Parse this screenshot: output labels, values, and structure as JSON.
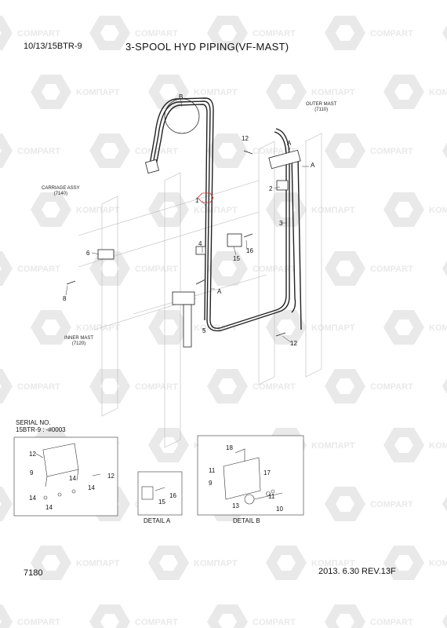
{
  "header": {
    "model": "10/13/15BTR-9",
    "title": "3-SPOOL HYD PIPING(VF-MAST)"
  },
  "labels": {
    "outer_mast": [
      "OUTER MAST",
      "(7110)"
    ],
    "carriage_assy": [
      "CARRIAGE ASSY",
      "(7140)"
    ],
    "inner_mast": [
      "INNER MAST",
      "(7120)"
    ],
    "view_b": "B",
    "view_a": "A",
    "detail_a": "DETAIL A",
    "detail_b": "DETAIL B"
  },
  "serial": {
    "heading": "SERIAL NO.",
    "range": "15BTR-9 : -#0003"
  },
  "footer": {
    "page": "7180",
    "revision": "2013. 6.30  REV.13F"
  },
  "watermark": {
    "text_a": "KOMПAPT",
    "text_b": "COMPART",
    "color": "#e9e9e9"
  },
  "callouts": {
    "c1": "1",
    "c2": "2",
    "c3": "3",
    "c4": "4",
    "c5": "5",
    "c6": "6",
    "c8": "8",
    "c12a": "12",
    "c12b": "12",
    "c15": "15",
    "c16": "16",
    "d9": "9",
    "d12a": "12",
    "d12b": "12",
    "d14a": "14",
    "d14b": "14",
    "d14c": "14",
    "d15": "15",
    "d16": "16",
    "e18": "18",
    "e11a": "11",
    "e9": "9",
    "e17": "17",
    "e11b": "11",
    "e13": "13",
    "e10": "10"
  }
}
